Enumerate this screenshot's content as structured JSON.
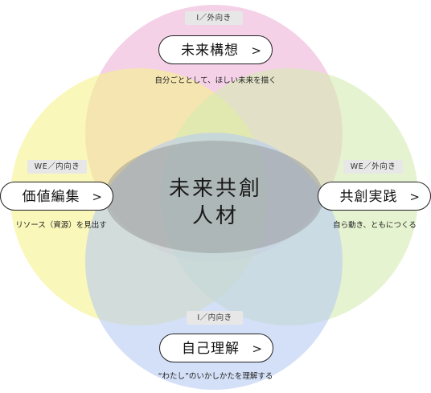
{
  "colors": {
    "top": "#f0b8dc",
    "left": "#f5f28a",
    "right": "#d6ebb0",
    "bottom": "#b7ccf2",
    "center": "#8f9191"
  },
  "center": {
    "line1": "未来共創",
    "line2": "人材"
  },
  "top": {
    "tag": "I／外向き",
    "title": "未来構想",
    "desc": "自分ごととして、ほしい未来を描く",
    "icon": "chevron-right-icon"
  },
  "left": {
    "tag": "WE／内向き",
    "title": "価値編集",
    "desc": "リソース（資源）を見出す",
    "icon": "chevron-right-icon"
  },
  "right": {
    "tag": "WE／外向き",
    "title": "共創実践",
    "desc": "自ら動き、ともにつくる",
    "icon": "chevron-right-icon"
  },
  "bottom": {
    "tag": "I／内向き",
    "title": "自己理解",
    "desc": "“わたし”のいかしかたを理解する",
    "icon": "chevron-right-icon"
  }
}
